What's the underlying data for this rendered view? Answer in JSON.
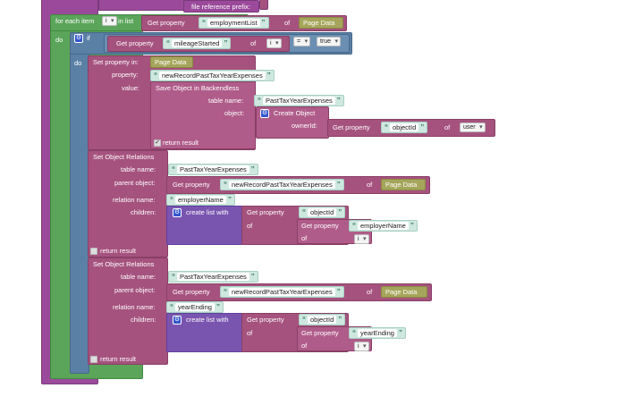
{
  "top": {
    "file_reference_prefix": "file reference prefix:"
  },
  "loop": {
    "for_each_item": "for each item",
    "item_var": "i",
    "in_list": "in list",
    "get_property": "Get property",
    "prop": "employmentList",
    "of": "of",
    "page_data": "Page Data",
    "do": "do"
  },
  "if_block": {
    "label": "if",
    "get_property": "Get property",
    "prop": "mileageStarted",
    "of": "of",
    "var": "i",
    "op": "=",
    "value": "true",
    "do": "do"
  },
  "set_prop": {
    "title": "Set property in:",
    "target": "Page Data",
    "property_label": "property:",
    "property": "newRecordPastTaxYearExpenses",
    "value_label": "value:",
    "save_title": "Save Object in Backendless",
    "table_name_label": "table name:",
    "table_name": "PastTaxYearExpenses",
    "object_label": "object:",
    "create_object": "Create Object",
    "owner_id_label": "ownerId:",
    "get_property": "Get property",
    "owner_prop": "objectId",
    "of": "of",
    "owner_var": "user",
    "return_result": "return result"
  },
  "relations": [
    {
      "title": "Set Object Relations",
      "table_name_label": "table name:",
      "table_name": "PastTaxYearExpenses",
      "parent_object_label": "parent object:",
      "get_property": "Get property",
      "parent_prop": "newRecordPastTaxYearExpenses",
      "of": "of",
      "page_data": "Page Data",
      "relation_name_label": "relation name:",
      "relation_name": "employerName",
      "children_label": "children:",
      "create_list": "create list with",
      "inner_get_property": "Get property",
      "inner_prop": "objectId",
      "inner_of": "of",
      "deep_get_property": "Get property",
      "deep_prop": "employerName",
      "deep_of": "of",
      "deep_var": "i",
      "return_result": "return result"
    },
    {
      "title": "Set Object Relations",
      "table_name_label": "table name:",
      "table_name": "PastTaxYearExpenses",
      "parent_object_label": "parent object:",
      "get_property": "Get property",
      "parent_prop": "newRecordPastTaxYearExpenses",
      "of": "of",
      "page_data": "Page Data",
      "relation_name_label": "relation name:",
      "relation_name": "yearEnding",
      "children_label": "children:",
      "create_list": "create list with",
      "inner_get_property": "Get property",
      "inner_prop": "objectId",
      "inner_of": "of",
      "deep_get_property": "Get property",
      "deep_prop": "yearEnding",
      "deep_of": "of",
      "deep_var": "i",
      "return_result": "return result"
    }
  ]
}
